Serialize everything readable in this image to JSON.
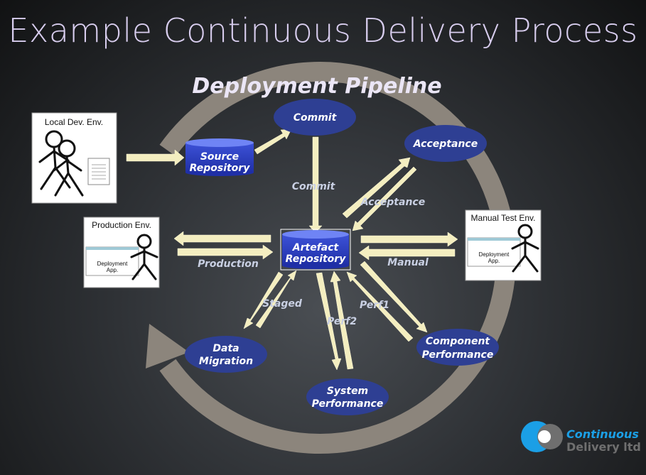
{
  "slide_title": "Example Continuous Delivery Process",
  "pipeline_title": "Deployment Pipeline",
  "colors": {
    "ring": "#8c857c",
    "node_fill": "#2e3f93",
    "arrow_fill": "#f4eec0",
    "title_color": "#d8cdee",
    "logo_blue": "#1b9fe6",
    "logo_gray": "#6f6f6f"
  },
  "nodes": {
    "commit": "Commit",
    "acceptance": "Acceptance",
    "data_migration_1": "Data",
    "data_migration_2": "Migration",
    "system_perf_1": "System",
    "system_perf_2": "Performance",
    "component_perf_1": "Component",
    "component_perf_2": "Performance"
  },
  "repositories": {
    "source_1": "Source",
    "source_2": "Repository",
    "artefact_1": "Artefact",
    "artefact_2": "Repository"
  },
  "environments": {
    "local": "Local Dev. Env.",
    "production": "Production Env.",
    "manual_test": "Manual Test Env.",
    "deployment_app_1": "Deployment",
    "deployment_app_2": "App."
  },
  "arrow_labels": {
    "commit": "Commit",
    "acceptance": "Acceptance",
    "production": "Production",
    "manual": "Manual",
    "staged": "Staged",
    "perf1": "Perf1",
    "perf2": "Perf2"
  },
  "logo": {
    "line1": "Continuous",
    "line2": "Delivery ltd"
  }
}
